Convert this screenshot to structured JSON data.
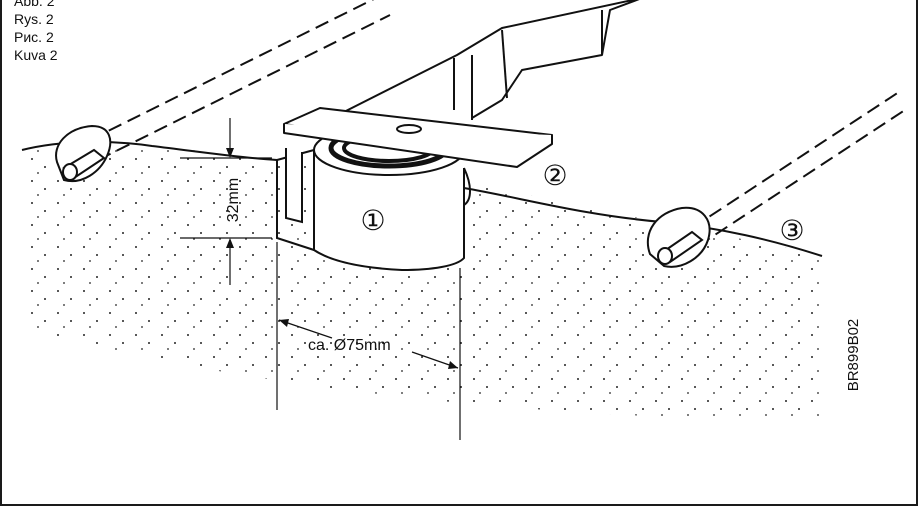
{
  "figure_labels": [
    "Abb. 2",
    "Rys.  2",
    "Рис.  2",
    "Kuva 2"
  ],
  "callouts": {
    "one": "①",
    "two": "②",
    "three": "③"
  },
  "dimensions": {
    "height": "32mm",
    "diameter": "ca. Ø75mm"
  },
  "figure_code": "BR899B02"
}
